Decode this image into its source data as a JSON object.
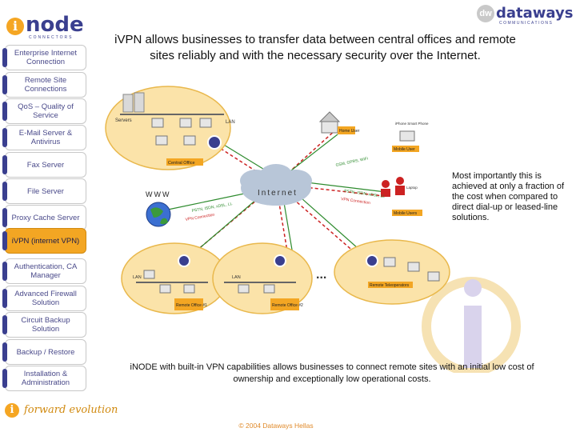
{
  "brand": {
    "logo_left": "i.node",
    "logo_left_word": "node",
    "logo_left_sub": "CONNECTORS",
    "logo_right_word": "dataways",
    "logo_right_mark": "dw",
    "logo_right_sub": "COMMUNICATIONS",
    "tagline": "forward evolution"
  },
  "sidebar": {
    "items": [
      {
        "label": "Enterprise Internet Connection",
        "active": false
      },
      {
        "label": "Remote Site Connections",
        "active": false
      },
      {
        "label": "QoS – Quality of Service",
        "active": false
      },
      {
        "label": "E-Mail Server & Antivirus",
        "active": false
      },
      {
        "label": "Fax Server",
        "active": false
      },
      {
        "label": "File Server",
        "active": false
      },
      {
        "label": "Proxy Cache Server",
        "active": false
      },
      {
        "label": "iVPN (internet VPN)",
        "active": true
      },
      {
        "label": "Authentication, CA Manager",
        "active": false
      },
      {
        "label": "Advanced Firewall Solution",
        "active": false
      },
      {
        "label": "Circuit Backup Solution",
        "active": false
      },
      {
        "label": "Backup / Restore",
        "active": false
      },
      {
        "label": "Installation & Administration",
        "active": false
      }
    ]
  },
  "headline": "iVPN allows businesses to transfer data between central offices and remote sites reliably and with the necessary security over the Internet.",
  "side_note": "Most importantly this is achieved at only a fraction of the cost when compared to direct dial-up or leased-line solutions.",
  "bottom_text": "iNODE with built-in VPN capabilities allows businesses to connect remote sites with an initial low cost of ownership and exceptionally low operational costs.",
  "copyright": "© 2004 Dataways Hellas",
  "diagram": {
    "internet_label": "Internet",
    "www_label": "WWW",
    "servers_label": "Servers",
    "lan_label": "LAN",
    "central_office": "Central Office",
    "home_user": "Home User",
    "mobile_user": "Mobile User",
    "mobile_users": "Mobile Users",
    "remote_teleoperators": "Remote Teleoperators",
    "remote_office_1": "Remote Office #1",
    "remote_office_2": "Remote Office #2",
    "vpn_connection": "VPN Connection",
    "link_label": "PSTN, ISDN, xDSL, LL",
    "link_label_2": "GSM, GPRS, WiFi",
    "ellipsis": "...",
    "device_labels": [
      "iPhone Smart Phone",
      "Laptop"
    ]
  },
  "colors": {
    "accent": "#f3a623",
    "brand": "#3a3f8f",
    "link_red": "#cc2222",
    "link_green": "#2e8b2e",
    "cloud": "#b8c6d8"
  }
}
